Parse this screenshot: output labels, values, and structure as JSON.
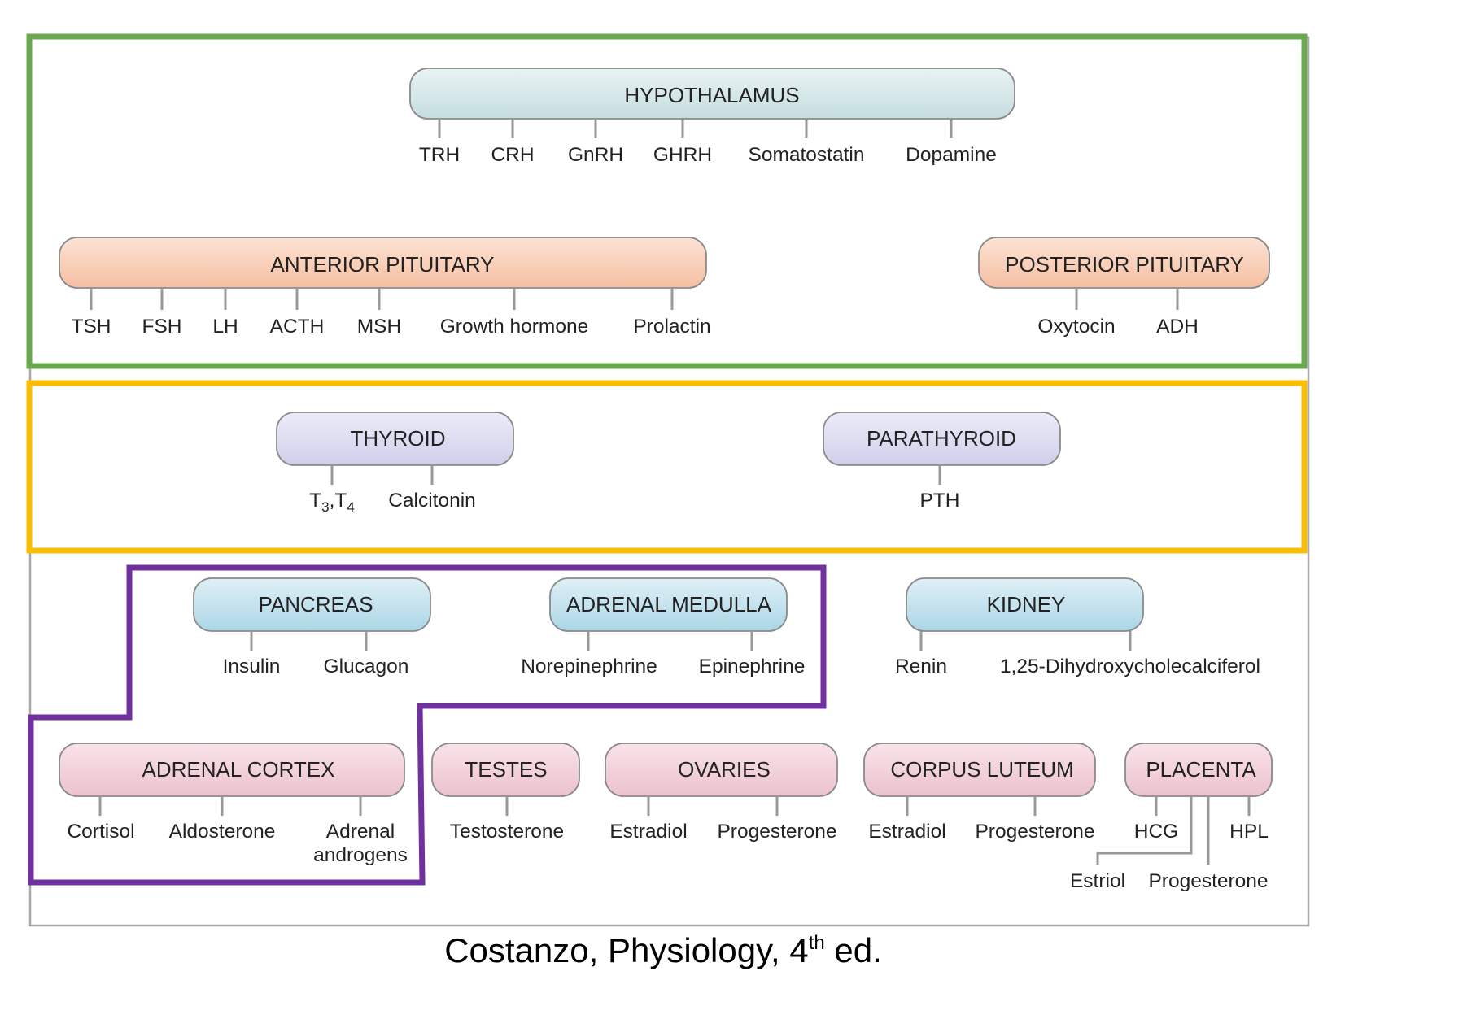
{
  "colors": {
    "hypothalamus": "#cfe3e6",
    "pituitary": "#f8c9ae",
    "thyroid": "#d6d6ee",
    "blue_gland": "#b9dde9",
    "pink_gland": "#f0cbd4",
    "green_outline": "#6aa84f",
    "yellow_outline": "#fbbc04",
    "purple_outline": "#7030a0",
    "frame": "#a8a8a8",
    "connector": "#999999"
  },
  "glands": {
    "hypothalamus": "HYPOTHALAMUS",
    "anterior_pituitary": "ANTERIOR PITUITARY",
    "posterior_pituitary": "POSTERIOR PITUITARY",
    "thyroid": "THYROID",
    "parathyroid": "PARATHYROID",
    "pancreas": "PANCREAS",
    "adrenal_medulla": "ADRENAL MEDULLA",
    "kidney": "KIDNEY",
    "adrenal_cortex": "ADRENAL CORTEX",
    "testes": "TESTES",
    "ovaries": "OVARIES",
    "corpus_luteum": "CORPUS LUTEUM",
    "placenta": "PLACENTA"
  },
  "hormones": {
    "hypothalamus": [
      "TRH",
      "CRH",
      "GnRH",
      "GHRH",
      "Somatostatin",
      "Dopamine"
    ],
    "anterior_pituitary": [
      "TSH",
      "FSH",
      "LH",
      "ACTH",
      "MSH",
      "Growth hormone",
      "Prolactin"
    ],
    "posterior_pituitary": [
      "Oxytocin",
      "ADH"
    ],
    "thyroid": {
      "t3": "T",
      "t3_sub": "3",
      "sep": ",",
      "t4": "T",
      "t4_sub": "4",
      "calcitonin": "Calcitonin"
    },
    "parathyroid": [
      "PTH"
    ],
    "pancreas": [
      "Insulin",
      "Glucagon"
    ],
    "adrenal_medulla": [
      "Norepinephrine",
      "Epinephrine"
    ],
    "kidney": [
      "Renin",
      "1,25-Dihydroxycholecalciferol"
    ],
    "adrenal_cortex": [
      "Cortisol",
      "Aldosterone",
      "Adrenal",
      "androgens"
    ],
    "testes": [
      "Testosterone"
    ],
    "ovaries": [
      "Estradiol",
      "Progesterone"
    ],
    "corpus_luteum": [
      "Estradiol",
      "Progesterone"
    ],
    "placenta": [
      "HCG",
      "HPL",
      "Estriol",
      "Progesterone"
    ]
  },
  "caption": {
    "main": "Costanzo, Physiology, 4",
    "sup": "th",
    "tail": " ed."
  }
}
